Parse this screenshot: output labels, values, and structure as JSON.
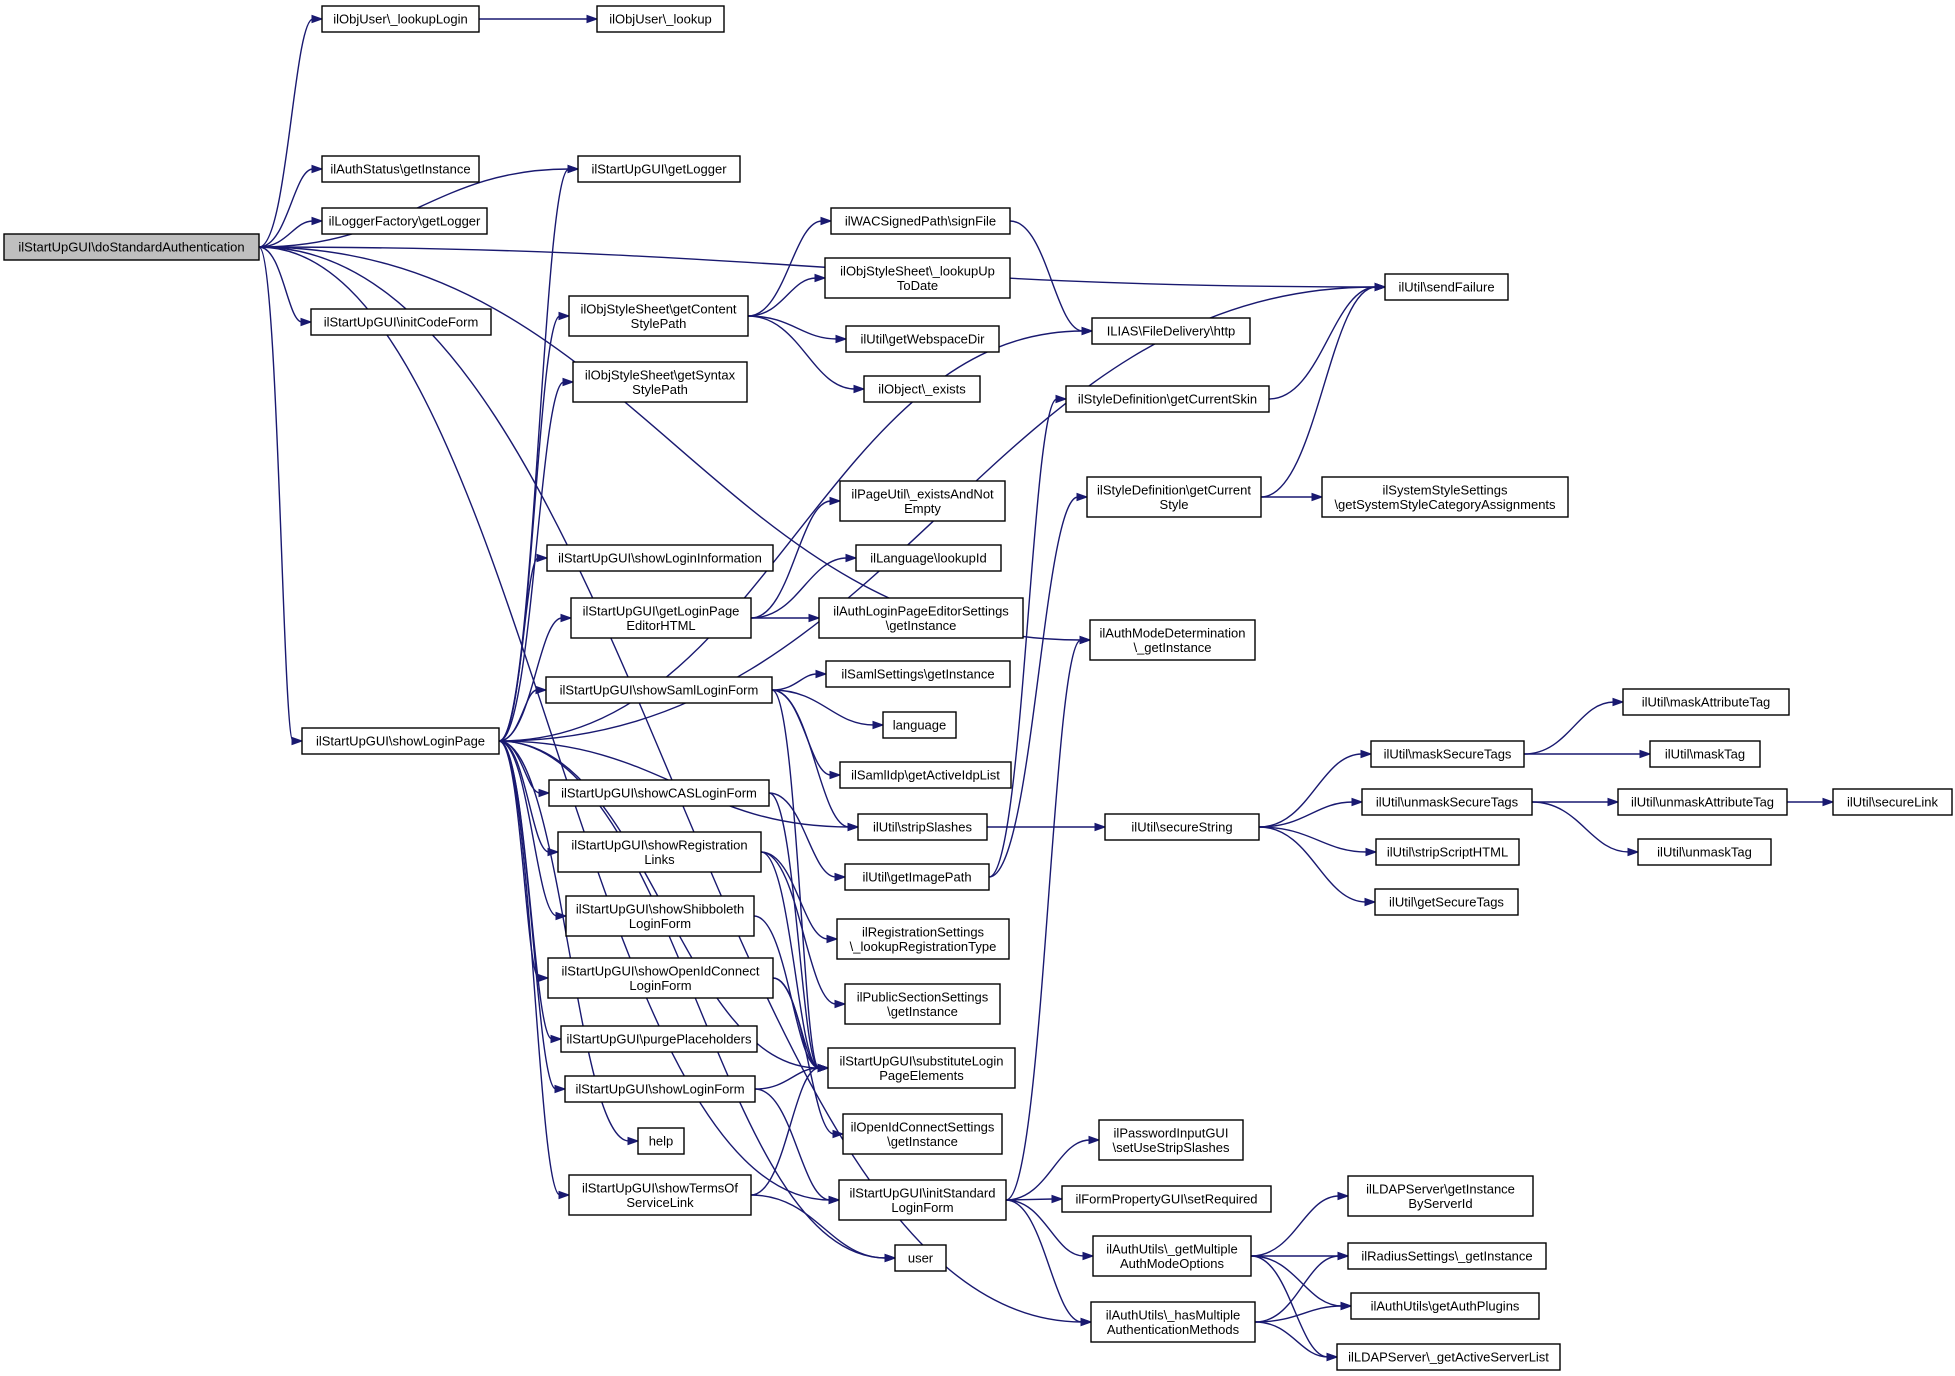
{
  "nodes": [
    {
      "id": "root",
      "lines": [
        "ilStartUpGUI\\doStandardAuthentication"
      ]
    },
    {
      "id": "lookupLogin",
      "lines": [
        "ilObjUser\\_lookupLogin"
      ]
    },
    {
      "id": "lookup",
      "lines": [
        "ilObjUser\\_lookup"
      ]
    },
    {
      "id": "authStatus",
      "lines": [
        "ilAuthStatus\\getInstance"
      ]
    },
    {
      "id": "loggerFactory",
      "lines": [
        "ilLoggerFactory\\getLogger"
      ]
    },
    {
      "id": "initCodeForm",
      "lines": [
        "ilStartUpGUI\\initCodeForm"
      ]
    },
    {
      "id": "getLogger",
      "lines": [
        "ilStartUpGUI\\getLogger"
      ]
    },
    {
      "id": "showLoginPage",
      "lines": [
        "ilStartUpGUI\\showLoginPage"
      ]
    },
    {
      "id": "contentStylePath",
      "lines": [
        "ilObjStyleSheet\\getContent",
        "StylePath"
      ]
    },
    {
      "id": "syntaxStylePath",
      "lines": [
        "ilObjStyleSheet\\getSyntax",
        "StylePath"
      ]
    },
    {
      "id": "signFile",
      "lines": [
        "ilWACSignedPath\\signFile"
      ]
    },
    {
      "id": "lookupUpToDate",
      "lines": [
        "ilObjStyleSheet\\_lookupUp",
        "ToDate"
      ]
    },
    {
      "id": "webspaceDir",
      "lines": [
        "ilUtil\\getWebspaceDir"
      ]
    },
    {
      "id": "objectExists",
      "lines": [
        "ilObject\\_exists"
      ]
    },
    {
      "id": "sendFailure",
      "lines": [
        "ilUtil\\sendFailure"
      ]
    },
    {
      "id": "fileDelivery",
      "lines": [
        "ILIAS\\FileDelivery\\http"
      ]
    },
    {
      "id": "currentSkin",
      "lines": [
        "ilStyleDefinition\\getCurrentSkin"
      ]
    },
    {
      "id": "currentStyle",
      "lines": [
        "ilStyleDefinition\\getCurrent",
        "Style"
      ]
    },
    {
      "id": "systemStyle",
      "lines": [
        "ilSystemStyleSettings",
        "\\getSystemStyleCategoryAssignments"
      ]
    },
    {
      "id": "authModeDet",
      "lines": [
        "ilAuthModeDetermination",
        "\\_getInstance"
      ]
    },
    {
      "id": "showLoginInfo",
      "lines": [
        "ilStartUpGUI\\showLoginInformation"
      ]
    },
    {
      "id": "loginPageEditor",
      "lines": [
        "ilStartUpGUI\\getLoginPage",
        "EditorHTML"
      ]
    },
    {
      "id": "pageUtil",
      "lines": [
        "ilPageUtil\\_existsAndNot",
        "Empty"
      ]
    },
    {
      "id": "lookupId",
      "lines": [
        "ilLanguage\\lookupId"
      ]
    },
    {
      "id": "authLoginEditor",
      "lines": [
        "ilAuthLoginPageEditorSettings",
        "\\getInstance"
      ]
    },
    {
      "id": "samlForm",
      "lines": [
        "ilStartUpGUI\\showSamlLoginForm"
      ]
    },
    {
      "id": "samlSettings",
      "lines": [
        "ilSamlSettings\\getInstance"
      ]
    },
    {
      "id": "language",
      "lines": [
        "language"
      ]
    },
    {
      "id": "samlIdp",
      "lines": [
        "ilSamlIdp\\getActiveIdpList"
      ]
    },
    {
      "id": "casForm",
      "lines": [
        "ilStartUpGUI\\showCASLoginForm"
      ]
    },
    {
      "id": "stripSlashes",
      "lines": [
        "ilUtil\\stripSlashes"
      ]
    },
    {
      "id": "imagePath",
      "lines": [
        "ilUtil\\getImagePath"
      ]
    },
    {
      "id": "regLinks",
      "lines": [
        "ilStartUpGUI\\showRegistration",
        "Links"
      ]
    },
    {
      "id": "regSettings",
      "lines": [
        "ilRegistrationSettings",
        "\\_lookupRegistrationType"
      ]
    },
    {
      "id": "shibForm",
      "lines": [
        "ilStartUpGUI\\showShibboleth",
        "LoginForm"
      ]
    },
    {
      "id": "publicSection",
      "lines": [
        "ilPublicSectionSettings",
        "\\getInstance"
      ]
    },
    {
      "id": "openIdForm",
      "lines": [
        "ilStartUpGUI\\showOpenIdConnect",
        "LoginForm"
      ]
    },
    {
      "id": "purge",
      "lines": [
        "ilStartUpGUI\\purgePlaceholders"
      ]
    },
    {
      "id": "substitute",
      "lines": [
        "ilStartUpGUI\\substituteLogin",
        "PageElements"
      ]
    },
    {
      "id": "showLoginForm",
      "lines": [
        "ilStartUpGUI\\showLoginForm"
      ]
    },
    {
      "id": "openIdSettings",
      "lines": [
        "ilOpenIdConnectSettings",
        "\\getInstance"
      ]
    },
    {
      "id": "help",
      "lines": [
        "help"
      ]
    },
    {
      "id": "termsLink",
      "lines": [
        "ilStartUpGUI\\showTermsOf",
        "ServiceLink"
      ]
    },
    {
      "id": "initStdForm",
      "lines": [
        "ilStartUpGUI\\initStandard",
        "LoginForm"
      ]
    },
    {
      "id": "user",
      "lines": [
        "user"
      ]
    },
    {
      "id": "pwdInput",
      "lines": [
        "ilPasswordInputGUI",
        "\\setUseStripSlashes"
      ]
    },
    {
      "id": "setRequired",
      "lines": [
        "ilFormPropertyGUI\\setRequired"
      ]
    },
    {
      "id": "multiAuthModes",
      "lines": [
        "ilAuthUtils\\_getMultiple",
        "AuthModeOptions"
      ]
    },
    {
      "id": "hasMultiAuth",
      "lines": [
        "ilAuthUtils\\_hasMultiple",
        "AuthenticationMethods"
      ]
    },
    {
      "id": "ldapById",
      "lines": [
        "ilLDAPServer\\getInstance",
        "ByServerId"
      ]
    },
    {
      "id": "radius",
      "lines": [
        "ilRadiusSettings\\_getInstance"
      ]
    },
    {
      "id": "authPlugins",
      "lines": [
        "ilAuthUtils\\getAuthPlugins"
      ]
    },
    {
      "id": "ldapActive",
      "lines": [
        "ilLDAPServer\\_getActiveServerList"
      ]
    },
    {
      "id": "maskSecure",
      "lines": [
        "ilUtil\\maskSecureTags"
      ]
    },
    {
      "id": "unmaskSecure",
      "lines": [
        "ilUtil\\unmaskSecureTags"
      ]
    },
    {
      "id": "secureString",
      "lines": [
        "ilUtil\\secureString"
      ]
    },
    {
      "id": "stripScript",
      "lines": [
        "ilUtil\\stripScriptHTML"
      ]
    },
    {
      "id": "getSecureTags",
      "lines": [
        "ilUtil\\getSecureTags"
      ]
    },
    {
      "id": "maskAttr",
      "lines": [
        "ilUtil\\maskAttributeTag"
      ]
    },
    {
      "id": "maskTag",
      "lines": [
        "ilUtil\\maskTag"
      ]
    },
    {
      "id": "unmaskAttr",
      "lines": [
        "ilUtil\\unmaskAttributeTag"
      ]
    },
    {
      "id": "unmaskTag",
      "lines": [
        "ilUtil\\unmaskTag"
      ]
    },
    {
      "id": "secureLink",
      "lines": [
        "ilUtil\\secureLink"
      ]
    }
  ],
  "edges": [
    [
      "root",
      "lookupLogin"
    ],
    [
      "lookupLogin",
      "lookup"
    ],
    [
      "root",
      "authStatus"
    ],
    [
      "root",
      "loggerFactory"
    ],
    [
      "root",
      "initCodeForm"
    ],
    [
      "root",
      "getLogger"
    ],
    [
      "root",
      "showLoginPage"
    ],
    [
      "root",
      "sendFailure"
    ],
    [
      "root",
      "authModeDet"
    ],
    [
      "root",
      "initStdForm"
    ],
    [
      "root",
      "hasMultiAuth"
    ],
    [
      "showLoginPage",
      "getLogger"
    ],
    [
      "showLoginPage",
      "contentStylePath"
    ],
    [
      "showLoginPage",
      "syntaxStylePath"
    ],
    [
      "showLoginPage",
      "sendFailure"
    ],
    [
      "showLoginPage",
      "fileDelivery"
    ],
    [
      "showLoginPage",
      "showLoginInfo"
    ],
    [
      "showLoginPage",
      "loginPageEditor"
    ],
    [
      "showLoginPage",
      "samlForm"
    ],
    [
      "showLoginPage",
      "stripSlashes"
    ],
    [
      "showLoginPage",
      "casForm"
    ],
    [
      "showLoginPage",
      "regLinks"
    ],
    [
      "showLoginPage",
      "shibForm"
    ],
    [
      "showLoginPage",
      "openIdForm"
    ],
    [
      "showLoginPage",
      "purge"
    ],
    [
      "showLoginPage",
      "showLoginForm"
    ],
    [
      "showLoginPage",
      "help"
    ],
    [
      "showLoginPage",
      "termsLink"
    ],
    [
      "showLoginPage",
      "user"
    ],
    [
      "showLoginPage",
      "substitute"
    ],
    [
      "contentStylePath",
      "signFile"
    ],
    [
      "contentStylePath",
      "lookupUpToDate"
    ],
    [
      "contentStylePath",
      "webspaceDir"
    ],
    [
      "contentStylePath",
      "objectExists"
    ],
    [
      "signFile",
      "fileDelivery"
    ],
    [
      "loginPageEditor",
      "pageUtil"
    ],
    [
      "loginPageEditor",
      "lookupId"
    ],
    [
      "loginPageEditor",
      "authLoginEditor"
    ],
    [
      "samlForm",
      "samlSettings"
    ],
    [
      "samlForm",
      "language"
    ],
    [
      "samlForm",
      "samlIdp"
    ],
    [
      "samlForm",
      "stripSlashes"
    ],
    [
      "samlForm",
      "substitute"
    ],
    [
      "casForm",
      "imagePath"
    ],
    [
      "casForm",
      "substitute"
    ],
    [
      "regLinks",
      "regSettings"
    ],
    [
      "regLinks",
      "publicSection"
    ],
    [
      "regLinks",
      "substitute"
    ],
    [
      "shibForm",
      "substitute"
    ],
    [
      "openIdForm",
      "substitute"
    ],
    [
      "openIdForm",
      "openIdSettings"
    ],
    [
      "showLoginForm",
      "substitute"
    ],
    [
      "showLoginForm",
      "initStdForm"
    ],
    [
      "termsLink",
      "substitute"
    ],
    [
      "termsLink",
      "user"
    ],
    [
      "stripSlashes",
      "secureString"
    ],
    [
      "imagePath",
      "currentSkin"
    ],
    [
      "imagePath",
      "currentStyle"
    ],
    [
      "currentSkin",
      "sendFailure"
    ],
    [
      "currentStyle",
      "sendFailure"
    ],
    [
      "currentStyle",
      "systemStyle"
    ],
    [
      "initStdForm",
      "authModeDet"
    ],
    [
      "initStdForm",
      "pwdInput"
    ],
    [
      "initStdForm",
      "setRequired"
    ],
    [
      "initStdForm",
      "multiAuthModes"
    ],
    [
      "initStdForm",
      "hasMultiAuth"
    ],
    [
      "multiAuthModes",
      "ldapById"
    ],
    [
      "multiAuthModes",
      "radius"
    ],
    [
      "multiAuthModes",
      "authPlugins"
    ],
    [
      "multiAuthModes",
      "ldapActive"
    ],
    [
      "hasMultiAuth",
      "radius"
    ],
    [
      "hasMultiAuth",
      "authPlugins"
    ],
    [
      "hasMultiAuth",
      "ldapActive"
    ],
    [
      "secureString",
      "maskSecure"
    ],
    [
      "secureString",
      "unmaskSecure"
    ],
    [
      "secureString",
      "stripScript"
    ],
    [
      "secureString",
      "getSecureTags"
    ],
    [
      "maskSecure",
      "maskAttr"
    ],
    [
      "maskSecure",
      "maskTag"
    ],
    [
      "unmaskSecure",
      "unmaskAttr"
    ],
    [
      "unmaskSecure",
      "unmaskTag"
    ],
    [
      "unmaskAttr",
      "secureLink"
    ]
  ]
}
